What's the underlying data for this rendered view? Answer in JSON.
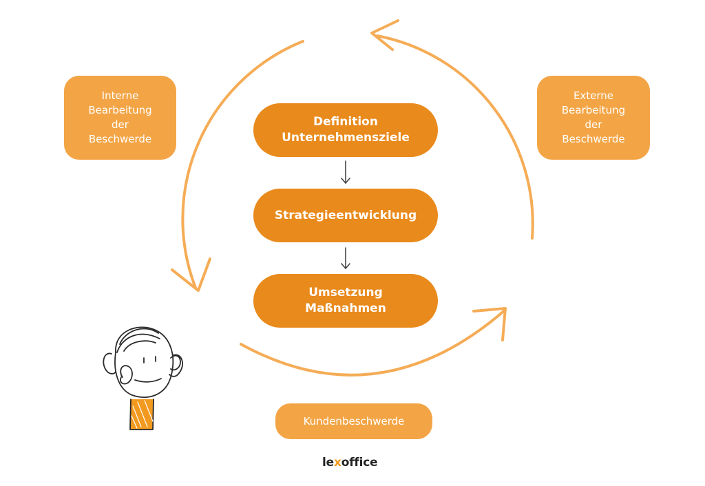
{
  "left_box": {
    "lines": [
      "Interne",
      "Bearbeitung",
      "der",
      "Beschwerde"
    ]
  },
  "right_box": {
    "lines": [
      "Externe",
      "Bearbeitung",
      "der",
      "Beschwerde"
    ]
  },
  "steps": [
    {
      "lines": [
        "Definition",
        "Unternehmensziele"
      ]
    },
    {
      "lines": [
        "Strategieentwicklung"
      ]
    },
    {
      "lines": [
        "Umsetzung",
        "Maßnahmen"
      ]
    }
  ],
  "customer_box": {
    "label": "Kundenbeschwerde"
  },
  "logo": {
    "prefix": "le",
    "x": "x",
    "suffix": "office"
  },
  "colors": {
    "primary": "#e98a1c",
    "secondary": "#f3a546",
    "arrow": "#f5ac56",
    "step_arrow": "#444444",
    "logo_x": "#f29a1f"
  }
}
